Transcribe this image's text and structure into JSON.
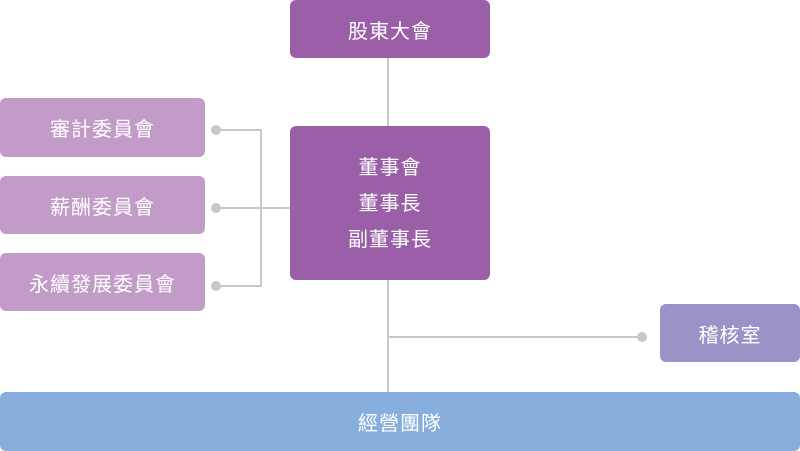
{
  "shareholders": "股東大會",
  "board": [
    "董事會",
    "董事長",
    "副董事長"
  ],
  "committees": [
    "審計委員會",
    "薪酬委員會",
    "永續發展委員會"
  ],
  "audit_office": "稽核室",
  "management": "經營團隊",
  "colors": {
    "dark_purple": "#9b5fa7",
    "light_purple": "#c39bc9",
    "audit_purple": "#9b93c8",
    "blue": "#87aedc",
    "connector": "#c8c8c8"
  }
}
